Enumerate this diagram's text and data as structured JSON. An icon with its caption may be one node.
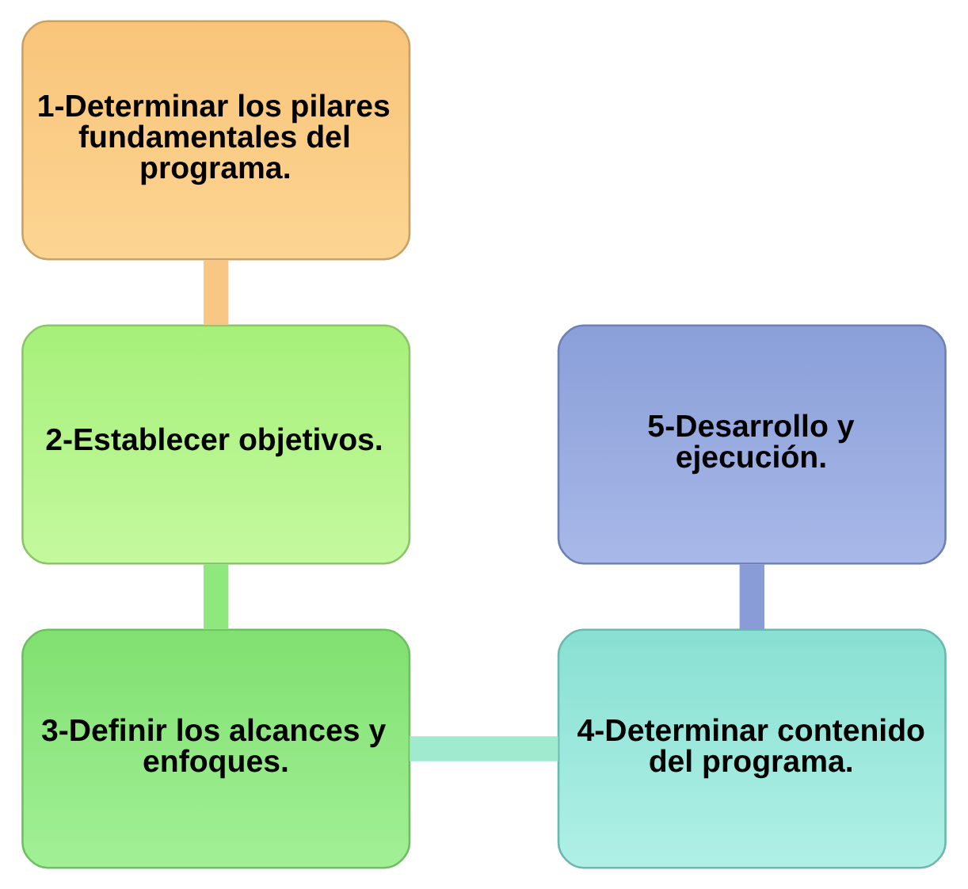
{
  "diagram": {
    "nodes": [
      {
        "text": [
          "1-Determinar los pilares fundamentales del programa."
        ]
      },
      {
        "text": [
          "2-Establecer objetivos."
        ]
      },
      {
        "text": [
          "3-Definir los alcances y enfoques."
        ]
      },
      {
        "text": [
          "4-Determinar contenido del programa."
        ]
      },
      {
        "text": [
          "5-Desarrollo y ejecución."
        ]
      }
    ],
    "edges": [
      {
        "from": 0,
        "to": 1,
        "arrow": "none",
        "color": "#f9c784"
      },
      {
        "from": 1,
        "to": 2,
        "arrow": "none",
        "color": "#8ee87e"
      },
      {
        "from": 2,
        "to": 3,
        "arrow": "none",
        "color": "#a0ead0"
      },
      {
        "from": 4,
        "to": 3,
        "arrow": "none",
        "color": "#8a9cd8"
      }
    ]
  }
}
